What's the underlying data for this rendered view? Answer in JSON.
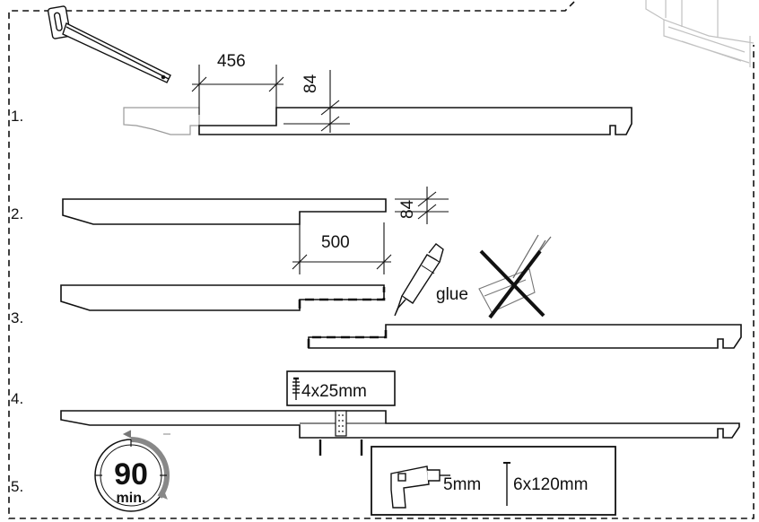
{
  "steps": {
    "s1": "1.",
    "s2": "2.",
    "s3": "3.",
    "s4": "4.",
    "s5": "5."
  },
  "dimensions": {
    "d456": "456",
    "d84a": "84",
    "d84b": "84",
    "d500": "500"
  },
  "glue_label": "glue",
  "screw_spec": "4x25mm",
  "timer": {
    "value": "90",
    "unit": "min."
  },
  "tools": {
    "drill_bit": "5mm",
    "screw": "6x120mm"
  },
  "icons": [
    "bracket-icon",
    "glue-tube-icon",
    "no-glue-icon",
    "screw-icon",
    "timer-icon",
    "drill-icon",
    "nail-icon",
    "shelf-thumbnail-icon"
  ]
}
